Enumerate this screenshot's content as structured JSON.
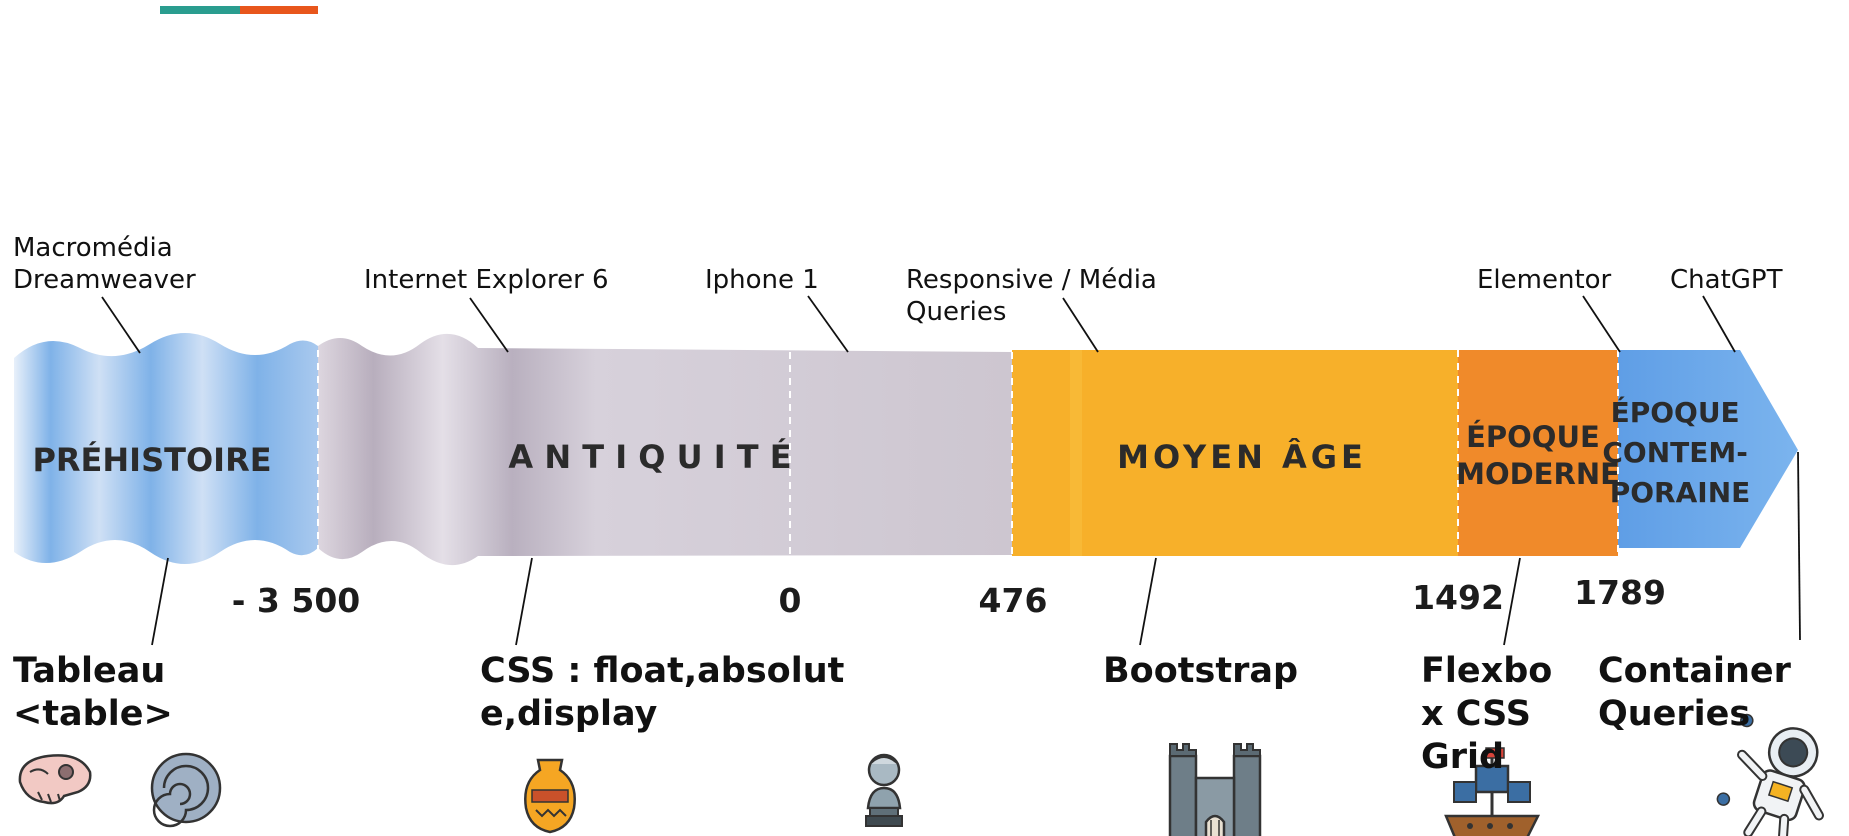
{
  "colors": {
    "accent_teal": "#2a9d8f",
    "accent_orange": "#e8561c",
    "prehistoire": "#7fb2e8",
    "antiquite": "#cdc7d2",
    "moyen_age": "#f7b02a",
    "moderne": "#f08a2a",
    "contemporaine": "#6aa6e8"
  },
  "eras": [
    {
      "label": "PRÉHISTOIRE"
    },
    {
      "label": "A N T I Q U I T É"
    },
    {
      "label": "MOYEN ÂGE"
    },
    {
      "label_lines": [
        "ÉPOQUE",
        "MODERNE"
      ]
    },
    {
      "label_lines": [
        "ÉPOQUE",
        "CONTEM-",
        "PORAINE"
      ]
    }
  ],
  "dates": [
    "- 3 500",
    "0",
    "476",
    "1492",
    "1789"
  ],
  "top_labels": [
    "Macromédia Dreamweaver",
    "Internet Explorer 6",
    "Iphone 1",
    "Responsive / Média Queries",
    "Elementor",
    "ChatGPT"
  ],
  "bottom_labels": [
    "Tableau <table>",
    "CSS : float,absolute,display",
    "Bootstrap",
    "Flexbox CSS Grid",
    "Container Queries"
  ],
  "icons": [
    "dinosaur-skull-icon",
    "ammonite-fossil-icon",
    "greek-amphora-icon",
    "greek-bust-icon",
    "castle-icon",
    "galleon-ship-icon",
    "astronaut-icon"
  ]
}
